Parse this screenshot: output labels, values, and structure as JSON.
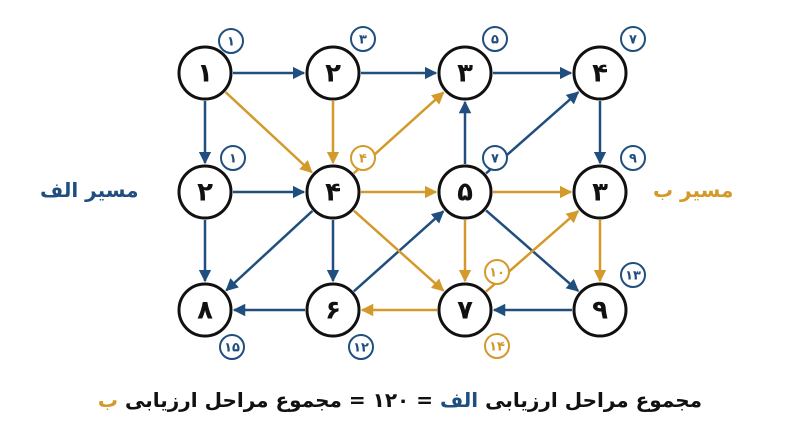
{
  "colors": {
    "path_a": "#1f4e7f",
    "path_b": "#d39a2b",
    "node_stroke": "#111111",
    "text": "#111111"
  },
  "labels": {
    "path_a": "مسیر الف",
    "path_b": "مسیر ب"
  },
  "footer": {
    "prefix": "مجموع مراحل ارزیابی",
    "a": "الف",
    "middle": "= ۱۲۰ =",
    "suffix": "مجموع مراحل ارزیابی",
    "b": "ب"
  },
  "nodes": [
    {
      "id": "r1c1",
      "label": "۱"
    },
    {
      "id": "r1c2",
      "label": "۲"
    },
    {
      "id": "r1c3",
      "label": "۳"
    },
    {
      "id": "r1c4",
      "label": "۴"
    },
    {
      "id": "r2c1",
      "label": "۲"
    },
    {
      "id": "r2c2",
      "label": "۴"
    },
    {
      "id": "r2c3",
      "label": "۵"
    },
    {
      "id": "r2c4",
      "label": "۳"
    },
    {
      "id": "r3c1",
      "label": "۸"
    },
    {
      "id": "r3c2",
      "label": "۶"
    },
    {
      "id": "r3c3",
      "label": "۷"
    },
    {
      "id": "r3c4",
      "label": "۹"
    }
  ],
  "edges": [
    {
      "from": "r1c1",
      "to": "r1c2",
      "path": "a"
    },
    {
      "from": "r1c2",
      "to": "r1c3",
      "path": "a"
    },
    {
      "from": "r1c3",
      "to": "r1c4",
      "path": "a"
    },
    {
      "from": "r1c1",
      "to": "r2c1",
      "path": "a"
    },
    {
      "from": "r1c4",
      "to": "r2c4",
      "path": "a"
    },
    {
      "from": "r2c1",
      "to": "r2c2",
      "path": "a"
    },
    {
      "from": "r2c1",
      "to": "r3c1",
      "path": "a"
    },
    {
      "from": "r2c2",
      "to": "r3c1",
      "path": "a"
    },
    {
      "from": "r2c2",
      "to": "r3c2",
      "path": "a"
    },
    {
      "from": "r3c2",
      "to": "r3c1",
      "path": "a"
    },
    {
      "from": "r2c3",
      "to": "r1c3",
      "path": "a"
    },
    {
      "from": "r2c3",
      "to": "r1c4",
      "path": "a"
    },
    {
      "from": "r2c3",
      "to": "r3c4",
      "path": "a"
    },
    {
      "from": "r3c2",
      "to": "r2c3",
      "path": "a"
    },
    {
      "from": "r3c4",
      "to": "r3c3",
      "path": "a"
    },
    {
      "from": "r1c1",
      "to": "r2c2",
      "path": "b"
    },
    {
      "from": "r1c2",
      "to": "r2c2",
      "path": "b"
    },
    {
      "from": "r2c2",
      "to": "r1c3",
      "path": "b"
    },
    {
      "from": "r2c2",
      "to": "r2c3",
      "path": "b"
    },
    {
      "from": "r2c2",
      "to": "r3c3",
      "path": "b"
    },
    {
      "from": "r2c3",
      "to": "r2c4",
      "path": "b"
    },
    {
      "from": "r2c3",
      "to": "r3c3",
      "path": "b"
    },
    {
      "from": "r3c3",
      "to": "r2c4",
      "path": "b"
    },
    {
      "from": "r2c4",
      "to": "r3c4",
      "path": "b"
    },
    {
      "from": "r3c3",
      "to": "r3c2",
      "path": "b"
    }
  ],
  "badges": [
    {
      "node": "r1c1",
      "text": "۱",
      "path": "a"
    },
    {
      "node": "r1c2",
      "text": "۳",
      "path": "a"
    },
    {
      "node": "r1c3",
      "text": "۵",
      "path": "a"
    },
    {
      "node": "r1c4",
      "text": "۷",
      "path": "a"
    },
    {
      "node": "r2c1",
      "text": "۱",
      "path": "a"
    },
    {
      "node": "r2c2",
      "text": "۴",
      "path": "b"
    },
    {
      "node": "r2c3",
      "text": "۷",
      "path": "a"
    },
    {
      "node": "r2c4",
      "text": "۹",
      "path": "a"
    },
    {
      "node": "r3c1",
      "text": "۱۵",
      "path": "a"
    },
    {
      "node": "r3c2",
      "text": "۱۲",
      "path": "a"
    },
    {
      "node": "r3c3",
      "text": "۱۰",
      "path": "b"
    },
    {
      "node": "r3c3",
      "text": "۱۴",
      "path": "b"
    },
    {
      "node": "r3c4",
      "text": "۱۳",
      "path": "a"
    }
  ]
}
